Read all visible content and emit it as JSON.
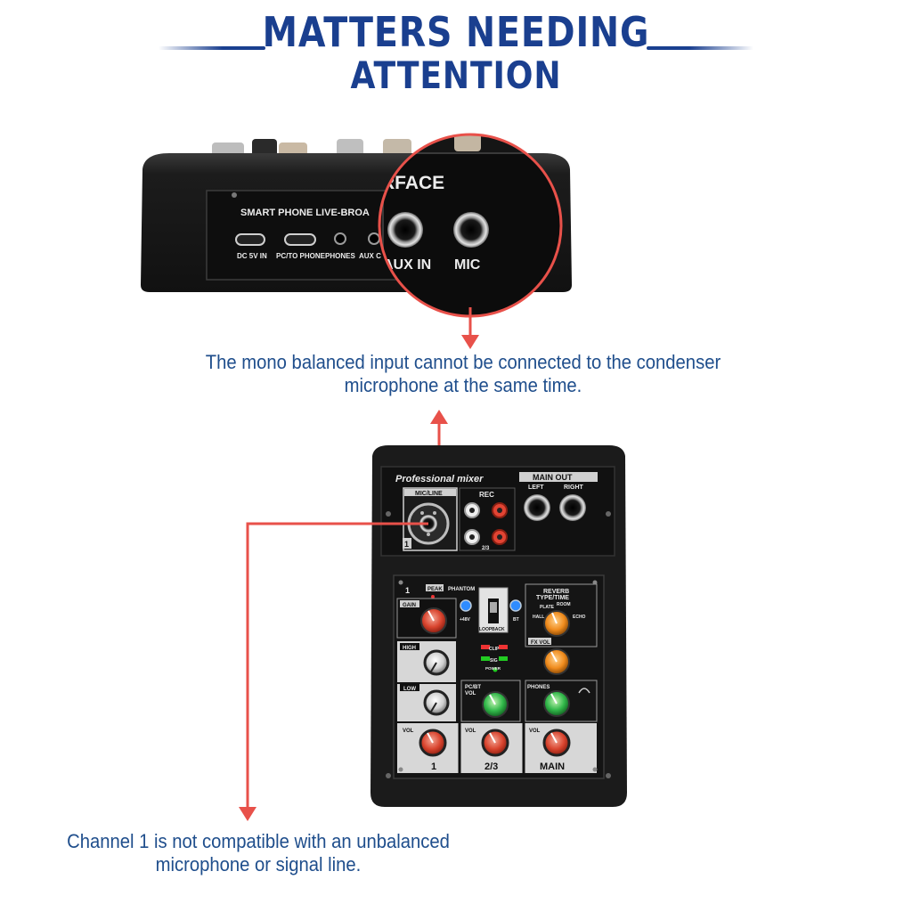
{
  "title": {
    "line1": "MATTERS NEEDING",
    "line2": "ATTENTION"
  },
  "top_device": {
    "brand_strip": "SMART PHONE LIVE-BROA",
    "zoom_heading": "RFACE",
    "ports": [
      "DC 5V IN",
      "PC/TO PHONE",
      "PHONES",
      "AUX C"
    ],
    "zoom_ports": [
      "AUX IN",
      "MIC"
    ]
  },
  "notes": {
    "mono_balanced": "The mono balanced input cannot be connected to the condenser microphone at the same time.",
    "channel1": "Channel 1 is not compatible with an unbalanced microphone or signal line."
  },
  "mixer": {
    "brand": "Professional mixer",
    "main_out": "MAIN OUT",
    "left": "LEFT",
    "right": "RIGHT",
    "mic_line": "MIC/LINE",
    "rec": "REC",
    "rec_channel": "2/3",
    "channel1": "1",
    "peak": "PEAK",
    "phantom": "PHANTOM",
    "gain": "GAIN",
    "high": "HIGH",
    "low": "LOW",
    "vol": "VOL",
    "phantom_48v": "+48V",
    "loopback": "LOOPBACK",
    "bt": "BT",
    "clip": "CLIP",
    "sig": "SIG",
    "power": "POWER",
    "reverb_line1": "REVERB",
    "reverb_line2": "TYPE/TIME",
    "reverb_types": [
      "HALL",
      "PLATE",
      "ROOM",
      "ECHO"
    ],
    "fx_vol": "FX VOL",
    "pcbt_vol_line1": "PC/BT",
    "pcbt_vol_line2": "VOL",
    "phones": "PHONES",
    "bottom_labels": [
      "1",
      "2/3",
      "MAIN"
    ]
  },
  "colors": {
    "title_blue": "#1a3f8f",
    "note_blue": "#1f4e8c",
    "arrow_red": "#e8514a",
    "device_black": "#1c1c1c",
    "panel_gray": "#d7d7d7"
  }
}
